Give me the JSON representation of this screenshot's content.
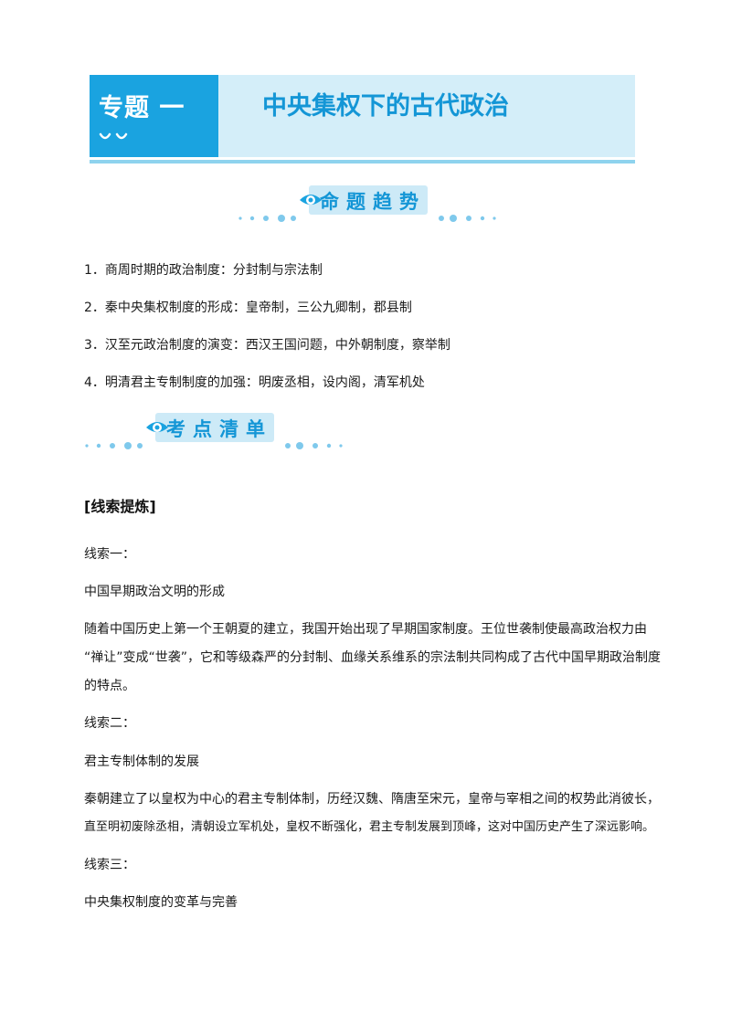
{
  "banner": {
    "tag": "专题 一",
    "title": "中央集权下的古代政治",
    "tag_color": "#1aa3e0",
    "bg_color": "#d4eef9",
    "title_color": "#1496d6"
  },
  "sections": {
    "trend": {
      "label": "命题趋势",
      "icon": "eye-icon",
      "items": [
        "1．商周时期的政治制度：分封制与宗法制",
        "2．秦中央集权制度的形成：皇帝制，三公九卿制，郡县制",
        "3．汉至元政治制度的演变：西汉王国问题，中外朝制度，察举制",
        "4．明清君主专制制度的加强：明废丞相，设内阁，清军机处"
      ]
    },
    "checklist": {
      "label": "考点清单",
      "icon": "eye-icon"
    }
  },
  "content": {
    "heading": "[线索提炼]",
    "clue1": {
      "label": "线索一：",
      "title": "中国早期政治文明的形成",
      "lines": [
        "随着中国历史上第一个王朝夏的建立，我国开始出现了早期国家制度。王位世袭制使最高政治权力由",
        "“禅让”变成“世袭”，它和等级森严的分封制、血缘关系维系的宗法制共同构成了古代中国早期政治制度",
        "的特点。"
      ]
    },
    "clue2": {
      "label": "线索二：",
      "title": "君主专制体制的发展",
      "lines": [
        "秦朝建立了以皇权为中心的君主专制体制，历经汉魏、隋唐至宋元，皇帝与宰相之间的权势此消彼长，",
        "直至明初废除丞相，清朝设立军机处，皇权不断强化，君主专制发展到顶峰，这对中国历史产生了深远影响。"
      ]
    },
    "clue3": {
      "label": "线索三：",
      "title": "中央集权制度的变革与完善"
    }
  }
}
